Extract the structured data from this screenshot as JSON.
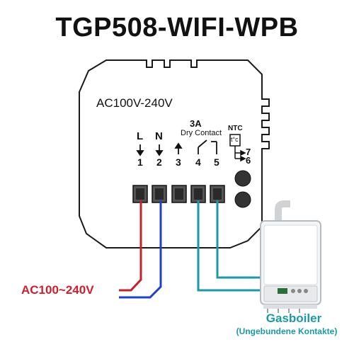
{
  "title": "TGP508-WIFI-WPB",
  "device": {
    "voltage_label": "AC100V-240V",
    "relay_rating": "3A",
    "relay_type": "Dry Contact",
    "sensor_label": "NTC",
    "sensor_symbol": "t°c",
    "terminal_letters": [
      "L",
      "N"
    ],
    "terminals": [
      "1",
      "2",
      "3",
      "4",
      "5"
    ],
    "sensor_terminals": [
      "7",
      "6"
    ]
  },
  "supply_label": "AC100~240V",
  "boiler": {
    "title": "Gasboiler",
    "subtitle": "(Ungebundene Kontakte)"
  },
  "colors": {
    "live_wire": "#c8202a",
    "neutral_wire": "#1f3fd0",
    "contact_wire": "#1a9aa6",
    "outline": "#1a1a1a"
  }
}
